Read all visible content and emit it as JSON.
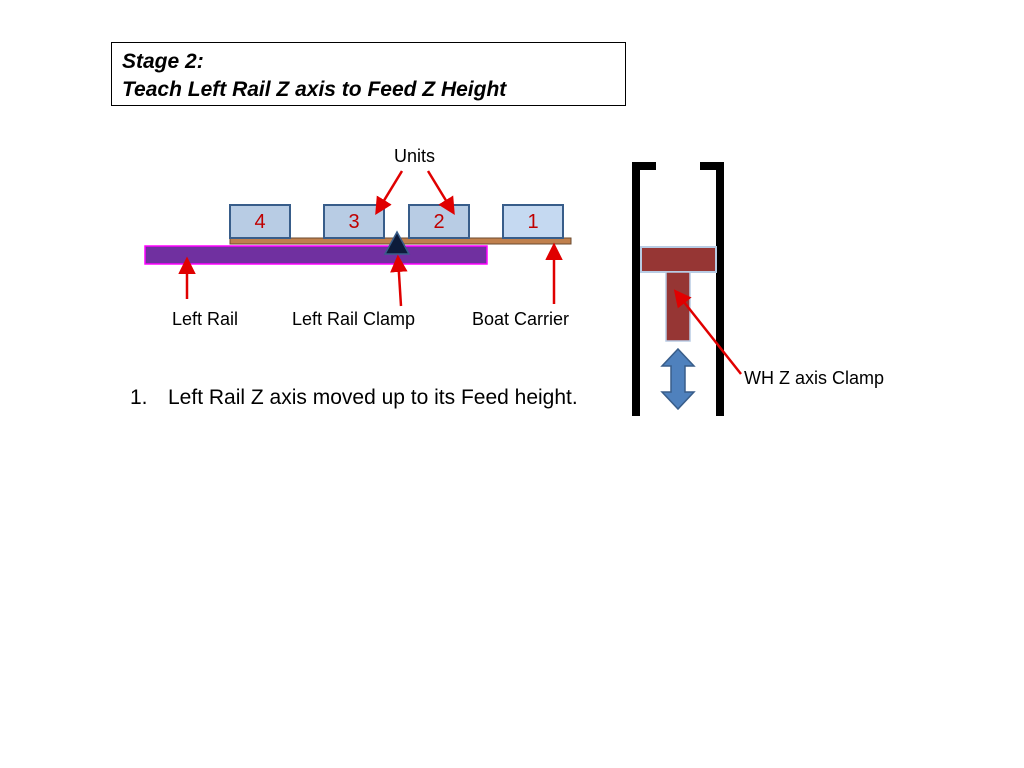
{
  "title": {
    "line1": "Stage 2:",
    "line2": "Teach Left Rail Z axis to Feed Z Height"
  },
  "diagram": {
    "units_label": "Units",
    "unit_numbers": [
      "4",
      "3",
      "2",
      "1"
    ],
    "left_rail_label": "Left Rail",
    "left_rail_clamp_label": "Left Rail Clamp",
    "boat_carrier_label": "Boat Carrier",
    "wh_clamp_label": "WH Z axis Clamp"
  },
  "steps": [
    {
      "number": "1.",
      "text": "Left Rail Z axis moved up to its Feed height."
    }
  ],
  "colors": {
    "arrow": "#e00000",
    "unit_fill": "#b8cce4",
    "unit_border": "#385d8a",
    "carrier": "#c0804d",
    "rail": "#7030a0",
    "rail_border": "#ff00ff",
    "clamp": "#963634",
    "updown_arrow": "#4f81bd"
  }
}
